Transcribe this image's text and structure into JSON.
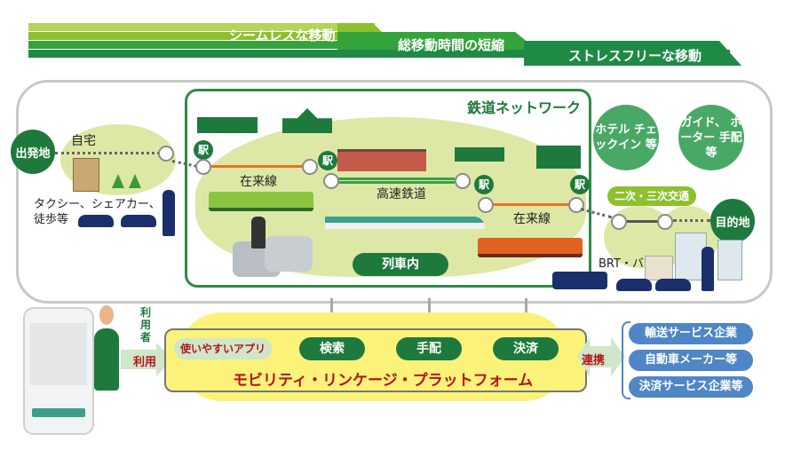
{
  "banner": {
    "stages": [
      "シームレスな移動",
      "総移動時間の短縮",
      "ストレスフリーな移動"
    ],
    "colors": [
      "#b5d45a",
      "#8dc02e",
      "#35a33c",
      "#1f8a46"
    ]
  },
  "journey": {
    "origin": "出発地",
    "home": "自宅",
    "first_mile": "タクシー、シェアカー、徒歩等",
    "rail_network_title": "鉄道ネットワーク",
    "station_label": "駅",
    "conventional_line_1": "在来線",
    "high_speed_rail": "高速鉄道",
    "conventional_line_2": "在来線",
    "on_train": "列車内",
    "hotel_bubble": "ホテル チェックイン 等",
    "guide_bubble": "ガイド、 ポーター 手配等",
    "secondary_transport": "二次・三次交通",
    "last_mile": "BRT・バス等",
    "destination": "目的地"
  },
  "user": {
    "role": "利用者",
    "use_arrow": "利用"
  },
  "platform": {
    "app_pill": "使いやすいアプリ",
    "functions": [
      "検索",
      "手配",
      "決済"
    ],
    "title": "モビリティ・リンケージ・プラットフォーム",
    "link_arrow": "連携"
  },
  "partners": [
    "輸送サービス企業",
    "自動車メーカー等",
    "決済サービス企業等"
  ],
  "colors": {
    "dark_green": "#1e7a3c",
    "light_green_blob": "#dde8a6",
    "conventional_line": "#e8731e",
    "high_speed_line": "#3aa048",
    "platform_title": "#b5151b",
    "partner_blue": "#4f86c6"
  }
}
